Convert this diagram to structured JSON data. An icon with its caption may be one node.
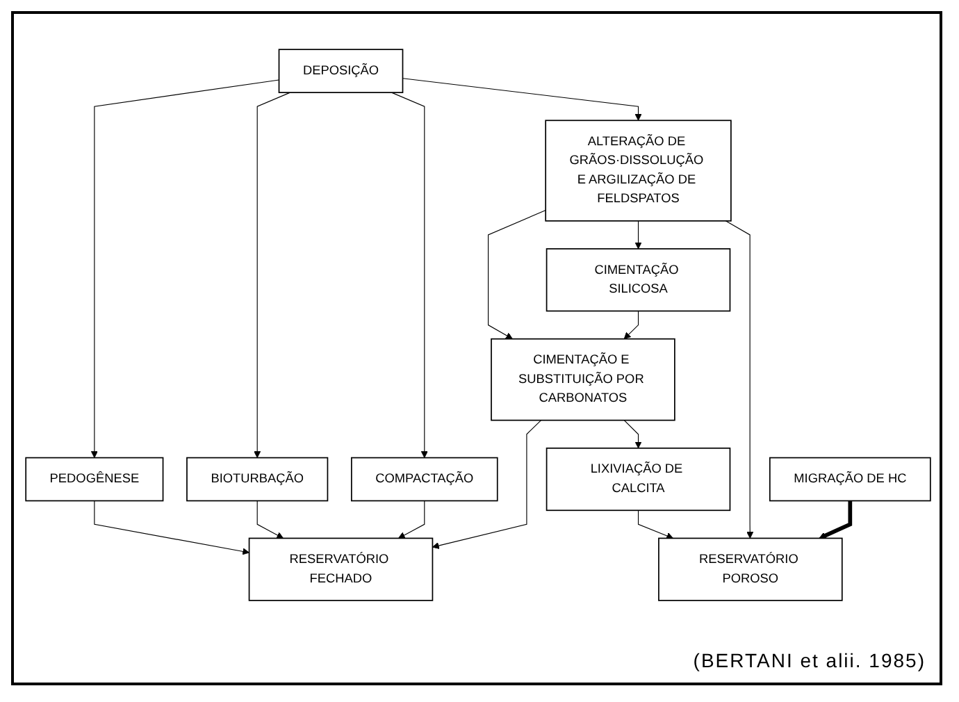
{
  "diagram": {
    "nodes": [
      {
        "text": [
          "DEPOSIÇÃO"
        ]
      },
      {
        "text": [
          "PEDOGÊNESE"
        ]
      },
      {
        "text": [
          "BIOTURBAÇÃO"
        ]
      },
      {
        "text": [
          "ALTERAÇÃO DE GRÃOS·DISSOLUÇÃO E ARGILIZAÇÃO DE FELDSPATOS"
        ]
      },
      {
        "text": [
          "COMPACTAÇÃO"
        ]
      },
      {
        "text": [
          "CIMENTAÇÃO SILICOSA"
        ]
      },
      {
        "text": [
          "CIMENTAÇÃO E SUBSTITUIÇÃO POR CARBONATOS"
        ]
      },
      {
        "text": [
          "LIXIVIAÇÃO DE CALCITA"
        ]
      },
      {
        "text": [
          "RESERVATÓRIO FECHADO"
        ]
      },
      {
        "text": [
          "RESERVATÓRIO POROSO"
        ]
      },
      {
        "text": [
          "MIGRAÇÃO DE HC"
        ]
      }
    ],
    "edges": [
      {
        "from": 0,
        "to": 4,
        "arrow": "to"
      },
      {
        "from": 0,
        "to": 1,
        "arrow": "to"
      },
      {
        "from": 0,
        "to": 2,
        "arrow": "to"
      },
      {
        "from": 0,
        "to": 3,
        "arrow": "to"
      },
      {
        "from": 1,
        "to": 8,
        "arrow": "to"
      },
      {
        "from": 2,
        "to": 8,
        "arrow": "to"
      },
      {
        "from": 4,
        "to": 8,
        "arrow": "to"
      },
      {
        "from": 3,
        "to": 5,
        "arrow": "to"
      },
      {
        "from": 3,
        "to": 6,
        "arrow": "to"
      },
      {
        "from": 5,
        "to": 6,
        "arrow": "to"
      },
      {
        "from": 6,
        "to": 7,
        "arrow": "to"
      },
      {
        "from": 6,
        "to": 8,
        "arrow": "to"
      },
      {
        "from": 7,
        "to": 9,
        "arrow": "to"
      },
      {
        "from": 3,
        "to": 9,
        "arrow": "to"
      },
      {
        "from": 10,
        "to": 9,
        "arrow": "to",
        "style": "thick"
      }
    ],
    "labels": [
      "(BERTANI et alii. 1985)"
    ]
  }
}
